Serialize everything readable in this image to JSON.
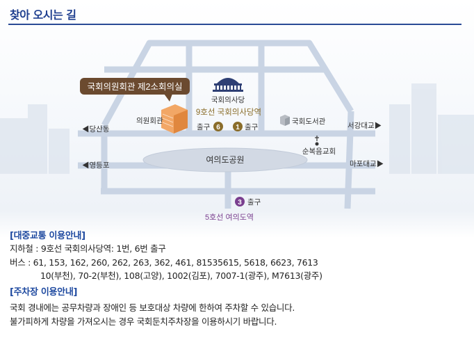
{
  "header": {
    "title": "찾아 오시는 길"
  },
  "map": {
    "callout": "국회의원회관 제2소회의실",
    "buildings": {
      "member_hall": "의원회관",
      "assembly": "국회의사당",
      "library": "국회도서관",
      "church": "순복음교회",
      "park": "여의도공원"
    },
    "stations": {
      "line9": "9호선 국회의사당역",
      "line5": "5호선 여의도역"
    },
    "exits": {
      "exit6": {
        "num": "6",
        "label": "출구"
      },
      "exit1": {
        "num": "1",
        "label": "출구"
      },
      "exit3": {
        "num": "3",
        "label": "출구"
      }
    },
    "directions": {
      "dangsan": "◀당산동",
      "yeongdeungpo": "◀영등포",
      "seogang": "서강대교▶",
      "mapo": "마포대교▶"
    }
  },
  "transit": {
    "heading": "[대중교통 이용안내]",
    "subway": "지하철 :  9호선 국회의사당역: 1번, 6번 출구",
    "bus_line1": "버스 :  61, 153, 162, 260, 262, 263, 362, 461, 81535615, 5618, 6623, 7613",
    "bus_line2": "10(부천), 70-2(부천), 108(고양), 1002(김포), 7007-1(광주), M7613(광주)"
  },
  "parking": {
    "heading": "[주차장 이용안내]",
    "line1": "국회 경내에는 공무차량과 장애인 등 보호대상 차량에 한하여 주차할 수 있습니다.",
    "line2": "불가피하게 차량을 가져오시는 경우 국회둔치주차장을 이용하시기 바랍니다."
  }
}
